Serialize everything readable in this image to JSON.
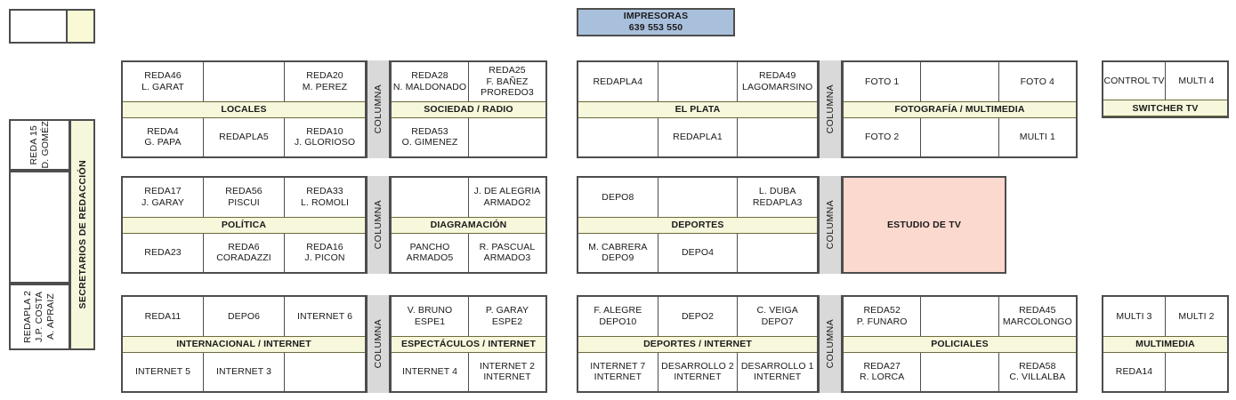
{
  "printers": {
    "title": "IMPRESORAS",
    "numbers": "639  553  550",
    "color": "#a9c0dd"
  },
  "legend_box": {
    "name": "legend-box",
    "white_label": "",
    "yellow_label": ""
  },
  "secretaries": {
    "label": "SECRETARIOS DE REDACCIÓN",
    "cells": [
      {
        "lines": [
          "REDA 15",
          "D. GOMÉZ"
        ]
      },
      {
        "lines": []
      },
      {
        "lines": [
          "REDAPLA 2",
          "J.P. COSTA",
          "A. APRAIZ"
        ]
      }
    ]
  },
  "columna_label": "COLUMNA",
  "studio": {
    "label": "ESTUDIO DE TV",
    "color": "#fcd9cf"
  },
  "colors": {
    "band": "#f7f7dc",
    "band_border": "#6b6b3a",
    "columna": "#d9d9d9",
    "outline": "#4d4d4d",
    "studio": "#fcd9cf",
    "printers": "#a9c0dd"
  },
  "blocks": [
    {
      "id": "locales",
      "band": "LOCALES",
      "top": [
        {
          "lines": [
            "REDA46",
            "L. GARAT"
          ]
        },
        {
          "lines": []
        },
        {
          "lines": [
            "REDA20",
            "M. PEREZ"
          ]
        }
      ],
      "bottom": [
        {
          "lines": [
            "REDA4",
            "G. PAPA"
          ]
        },
        {
          "lines": [
            "REDAPLA5"
          ]
        },
        {
          "lines": [
            "REDA10",
            "J. GLORIOSO"
          ]
        }
      ]
    },
    {
      "id": "sociedad-radio",
      "band": "SOCIEDAD / RADIO",
      "top": [
        {
          "lines": [
            "REDA28",
            "N. MALDONADO"
          ]
        },
        {
          "lines": [
            "REDA25",
            "F. BAÑEZ",
            "PROREDO3"
          ]
        }
      ],
      "bottom": [
        {
          "lines": [
            "REDA53",
            "O. GIMENEZ"
          ]
        },
        {
          "lines": []
        }
      ]
    },
    {
      "id": "el-plata",
      "band": "EL PLATA",
      "top": [
        {
          "lines": [
            "REDAPLA4"
          ]
        },
        {
          "lines": []
        },
        {
          "lines": [
            "REDA49",
            "LAGOMARSINO"
          ]
        }
      ],
      "bottom": [
        {
          "lines": []
        },
        {
          "lines": [
            "REDAPLA1"
          ]
        },
        {
          "lines": []
        }
      ]
    },
    {
      "id": "fotografia-multimedia",
      "band": "FOTOGRAFÍA / MULTIMEDIA",
      "top": [
        {
          "lines": [
            "FOTO 1"
          ]
        },
        {
          "lines": []
        },
        {
          "lines": [
            "FOTO 4"
          ]
        }
      ],
      "bottom": [
        {
          "lines": [
            "FOTO 2"
          ]
        },
        {
          "lines": []
        },
        {
          "lines": [
            "MULTI 1"
          ]
        }
      ]
    },
    {
      "id": "switcher-tv",
      "band": "SWITCHER TV",
      "top": [
        {
          "lines": [
            "CONTROL TV"
          ]
        },
        {
          "lines": [
            "MULTI 4"
          ]
        }
      ],
      "bottom": []
    },
    {
      "id": "politica",
      "band": "POLÍTICA",
      "top": [
        {
          "lines": [
            "REDA17",
            "J. GARAY"
          ]
        },
        {
          "lines": [
            "REDA56",
            "PISCUI"
          ]
        },
        {
          "lines": [
            "REDA33",
            "L. ROMOLI"
          ]
        }
      ],
      "bottom": [
        {
          "lines": [
            "REDA23"
          ]
        },
        {
          "lines": [
            "REDA6",
            "CORADAZZI"
          ]
        },
        {
          "lines": [
            "REDA16",
            "J. PICON"
          ]
        }
      ]
    },
    {
      "id": "diagramacion",
      "band": "DIAGRAMACIÓN",
      "top": [
        {
          "lines": []
        },
        {
          "lines": [
            "J. DE ALEGRIA",
            "ARMADO2"
          ]
        }
      ],
      "bottom": [
        {
          "lines": [
            "PANCHO",
            "ARMADO5"
          ]
        },
        {
          "lines": [
            "R. PASCUAL",
            "ARMADO3"
          ]
        }
      ]
    },
    {
      "id": "deportes",
      "band": "DEPORTES",
      "top": [
        {
          "lines": [
            "DEPO8"
          ]
        },
        {
          "lines": []
        },
        {
          "lines": [
            "L. DUBA",
            "REDAPLA3"
          ]
        }
      ],
      "bottom": [
        {
          "lines": [
            "M. CABRERA",
            "DEPO9"
          ]
        },
        {
          "lines": [
            "DEPO4"
          ]
        },
        {
          "lines": []
        }
      ]
    },
    {
      "id": "internacional-internet",
      "band": "INTERNACIONAL / INTERNET",
      "top": [
        {
          "lines": [
            "REDA11"
          ]
        },
        {
          "lines": [
            "DEPO6"
          ]
        },
        {
          "lines": [
            "INTERNET 6"
          ]
        }
      ],
      "bottom": [
        {
          "lines": [
            "INTERNET 5"
          ]
        },
        {
          "lines": [
            "INTERNET 3"
          ]
        },
        {
          "lines": []
        }
      ]
    },
    {
      "id": "espectaculos-internet",
      "band": "ESPECTÁCULOS / INTERNET",
      "top": [
        {
          "lines": [
            "V. BRUNO",
            "ESPE1"
          ]
        },
        {
          "lines": [
            "P. GARAY",
            "ESPE2"
          ]
        }
      ],
      "bottom": [
        {
          "lines": [
            "INTERNET 4"
          ]
        },
        {
          "lines": [
            "INTERNET 2",
            "INTERNET"
          ]
        }
      ]
    },
    {
      "id": "deportes-internet",
      "band": "DEPORTES / INTERNET",
      "top": [
        {
          "lines": [
            "F. ALEGRE",
            "DEPO10"
          ]
        },
        {
          "lines": [
            "DEPO2"
          ]
        },
        {
          "lines": [
            "C. VEIGA",
            "DEPO7"
          ]
        }
      ],
      "bottom": [
        {
          "lines": [
            "INTERNET 7",
            "INTERNET"
          ]
        },
        {
          "lines": [
            "DESARROLLO 2",
            "INTERNET"
          ]
        },
        {
          "lines": [
            "DESARROLLO 1",
            "INTERNET"
          ]
        }
      ]
    },
    {
      "id": "policiales",
      "band": "POLICIALES",
      "top": [
        {
          "lines": [
            "REDA52",
            "P. FUNARO"
          ]
        },
        {
          "lines": []
        },
        {
          "lines": [
            "REDA45",
            "MARCOLONGO"
          ]
        }
      ],
      "bottom": [
        {
          "lines": [
            "REDA27",
            "R. LORCA"
          ]
        },
        {
          "lines": []
        },
        {
          "lines": [
            "REDA58",
            "C. VILLALBA"
          ]
        }
      ]
    },
    {
      "id": "multimedia",
      "band": "MULTIMEDIA",
      "top": [
        {
          "lines": [
            "MULTI 3"
          ]
        },
        {
          "lines": [
            "MULTI 2"
          ]
        }
      ],
      "bottom": [
        {
          "lines": [
            "REDA14"
          ]
        },
        {
          "lines": []
        }
      ]
    }
  ]
}
